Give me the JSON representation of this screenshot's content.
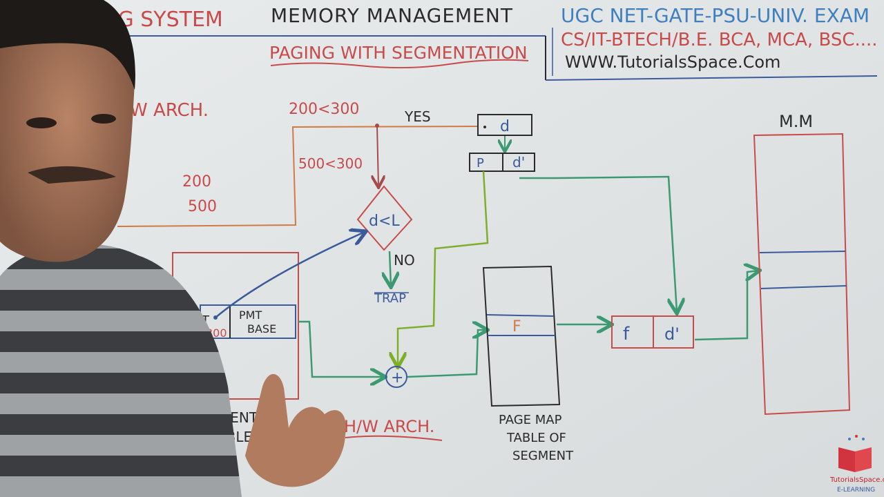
{
  "header": {
    "os_title": "NG SYSTEM",
    "topic": "MEMORY MANAGEMENT",
    "subtopic": "PAGING WITH SEGMENTATION",
    "promo_line1": "UGC NET-GATE-PSU-UNIV. EXAM",
    "promo_line2": "CS/IT-BTECH/B.E. BCA, MCA, BSC....",
    "promo_line3": "WWW.TutorialsSpace.Com"
  },
  "diagram": {
    "hw_arch_top": "W ARCH.",
    "cmp_yes": "200<300",
    "yes_label": "YES",
    "cmp_no": "500<300",
    "val_200": "200",
    "val_500": "500",
    "diamond_label": "d<L",
    "no_label": "NO",
    "trap_label": "TRAP",
    "logical_d": "d",
    "logical_p": "P",
    "logical_dprime": "d'",
    "seg_limit": "300",
    "seg_t": "T",
    "seg_pmt_line1": "PMT",
    "seg_pmt_line2": "BASE",
    "seg_caption_line1": "MENT",
    "seg_caption_line2": "ABLE",
    "adder": "+",
    "pmt_entry": "F",
    "pmt_caption_line1": "PAGE MAP",
    "pmt_caption_line2": "TABLE OF",
    "pmt_caption_line3": "SEGMENT",
    "phys_f": "f",
    "phys_dprime": "d'",
    "mm_label": "M.M",
    "hw_arch_bottom": "H/W ARCH."
  },
  "logo": {
    "brand": "TutorialsSpace.com",
    "tagline": "E-LEARNING"
  },
  "colors": {
    "board": "#e3e6e7",
    "red_marker": "#c94a4a",
    "blue_marker": "#3a5a9c",
    "green_marker": "#3c9a72",
    "lime_marker": "#7fae2a",
    "black_marker": "#2a2a2a",
    "orange_marker": "#d07a45",
    "cyan_marker": "#3f7fc0"
  }
}
